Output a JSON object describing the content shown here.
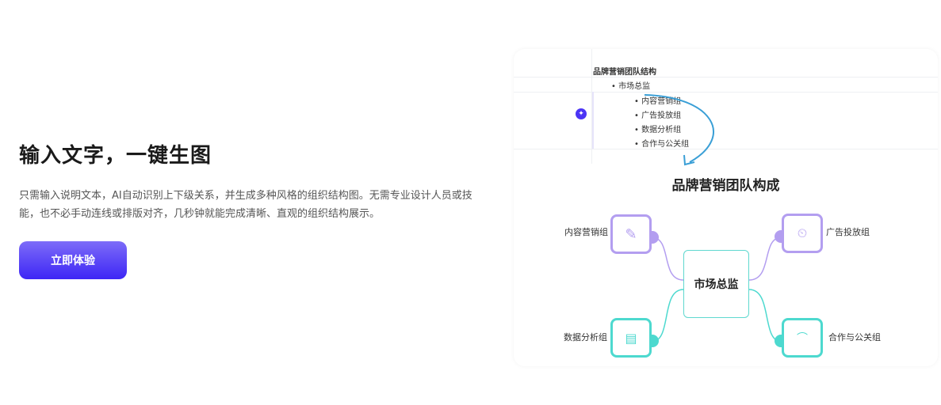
{
  "hero": {
    "title": "输入文字，一键生图",
    "description": "只需输入说明文本，AI自动识别上下级关系，并生成多种风格的组织结构图。无需专业设计人员或技能，也不必手动连线或排版对齐，几秒钟就能完成清晰、直观的组织结构展示。",
    "cta_label": "立即体验"
  },
  "outline": {
    "title": "品牌营销团队结构",
    "root": "• 市场总监",
    "children": [
      "• 内容营销组",
      "• 广告投放组",
      "• 数据分析组",
      "• 合作与公关组"
    ]
  },
  "mindmap": {
    "title": "品牌营销团队构成",
    "center": "市场总监",
    "nodes": [
      "内容营销组",
      "广告投放组",
      "数据分析组",
      "合作与公关组"
    ]
  },
  "colors": {
    "purple": "#b39ef0",
    "teal": "#4dd9cf",
    "accent": "#4b34f5",
    "arrow": "#3a9fd6"
  }
}
